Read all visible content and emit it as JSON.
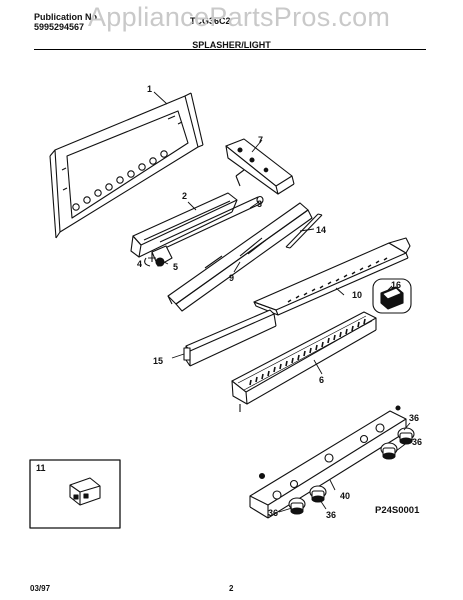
{
  "header": {
    "publication_label": "Publication No.",
    "publication_number": "5995294567",
    "model": "TCG36C2",
    "watermark": "AppliancePartsPros.com",
    "section_title": "SPLASHER/LIGHT"
  },
  "callouts": {
    "c1": "1",
    "c2": "2",
    "c3": "3",
    "c4": "4",
    "c5": "5",
    "c6": "6",
    "c7": "7",
    "c9": "9",
    "c10": "10",
    "c11": "11",
    "c14": "14",
    "c15": "15",
    "c16": "16",
    "c36a": "36",
    "c36b": "36",
    "c36c": "36",
    "c36d": "36",
    "c40": "40"
  },
  "drawing_ref": "P24S0001",
  "footer": {
    "date": "03/97",
    "page": "2"
  }
}
